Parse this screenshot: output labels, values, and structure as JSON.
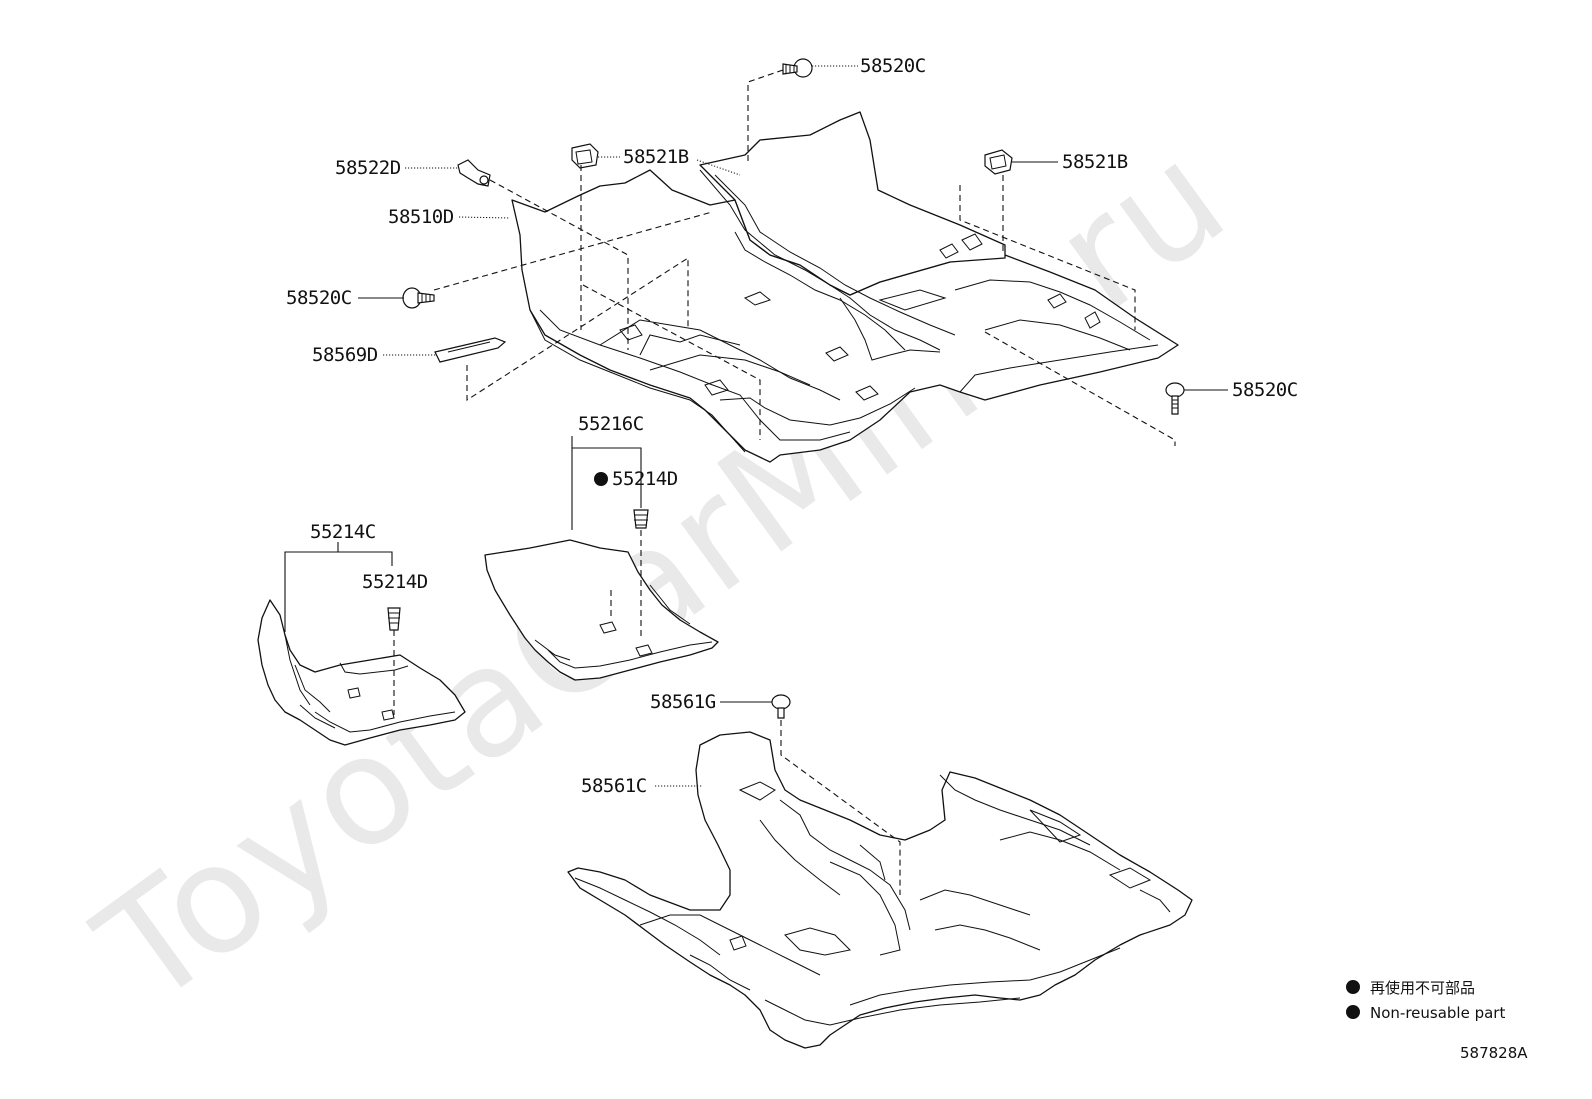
{
  "watermark": "ToyotaCarMine.ru",
  "diagram_code": "587828A",
  "legend": {
    "items": [
      {
        "text": "再使用不可部品"
      },
      {
        "text": "Non-reusable part"
      }
    ]
  },
  "callouts": [
    {
      "id": "c1",
      "text": "58520C"
    },
    {
      "id": "c2",
      "text": "58521B"
    },
    {
      "id": "c3",
      "text": "58522D"
    },
    {
      "id": "c4",
      "text": "58510D"
    },
    {
      "id": "c5",
      "text": "58521B"
    },
    {
      "id": "c6",
      "text": "58520C"
    },
    {
      "id": "c7",
      "text": "58569D"
    },
    {
      "id": "c8",
      "text": "58520C"
    },
    {
      "id": "c9",
      "text": "55216C"
    },
    {
      "id": "c10",
      "text": "55214D"
    },
    {
      "id": "c11",
      "text": "55214C"
    },
    {
      "id": "c12",
      "text": "55214D"
    },
    {
      "id": "c13",
      "text": "58561G"
    },
    {
      "id": "c14",
      "text": "58561C"
    }
  ]
}
